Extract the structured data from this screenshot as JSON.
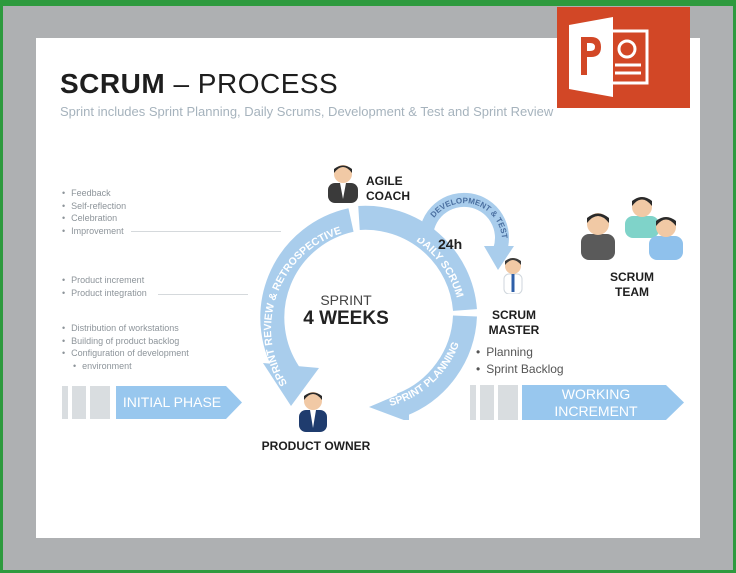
{
  "title": {
    "strong": "SCRUM",
    "rest": " – PROCESS"
  },
  "subtitle": "Sprint includes Sprint Planning, Daily Scrums, Development & Test and Sprint Review",
  "notes": {
    "group1": [
      "Feedback",
      "Self-reflection",
      "Celebration",
      "Improvement"
    ],
    "group2": [
      "Product increment",
      "Product integration"
    ],
    "group3": [
      "Distribution of workstations",
      "Building of product backlog",
      "Configuration of development",
      "environment"
    ]
  },
  "cycle": {
    "center_line1": "SPRINT",
    "center_line2": "4 WEEKS",
    "retro": "SPRINT REVIEW & RETROSPECTIVE",
    "daily": "DAILY SCRUM",
    "planning": "SPRINT PLANNING",
    "devtest": "DEVELOPMENT & TEST",
    "daily_loop": "24h"
  },
  "roles": {
    "agile_coach": [
      "AGILE",
      "COACH"
    ],
    "scrum_master": [
      "SCRUM",
      "MASTER"
    ],
    "scrum_team": [
      "SCRUM",
      "TEAM"
    ],
    "product_owner": "PRODUCT OWNER"
  },
  "scrum_master_items": [
    "Planning",
    "Sprint Backlog"
  ],
  "phases": {
    "initial": "INITIAL PHASE",
    "working": [
      "WORKING",
      "INCREMENT"
    ]
  },
  "colors": {
    "arrow_blue": "#a9cdec",
    "arrow_text": "#ffffff",
    "phase_blue": "#98c7ee",
    "ppt_orange": "#d24726",
    "frame_green": "#2e9a3e"
  },
  "icons": [
    "person-icon",
    "powerpoint-logo-icon"
  ]
}
